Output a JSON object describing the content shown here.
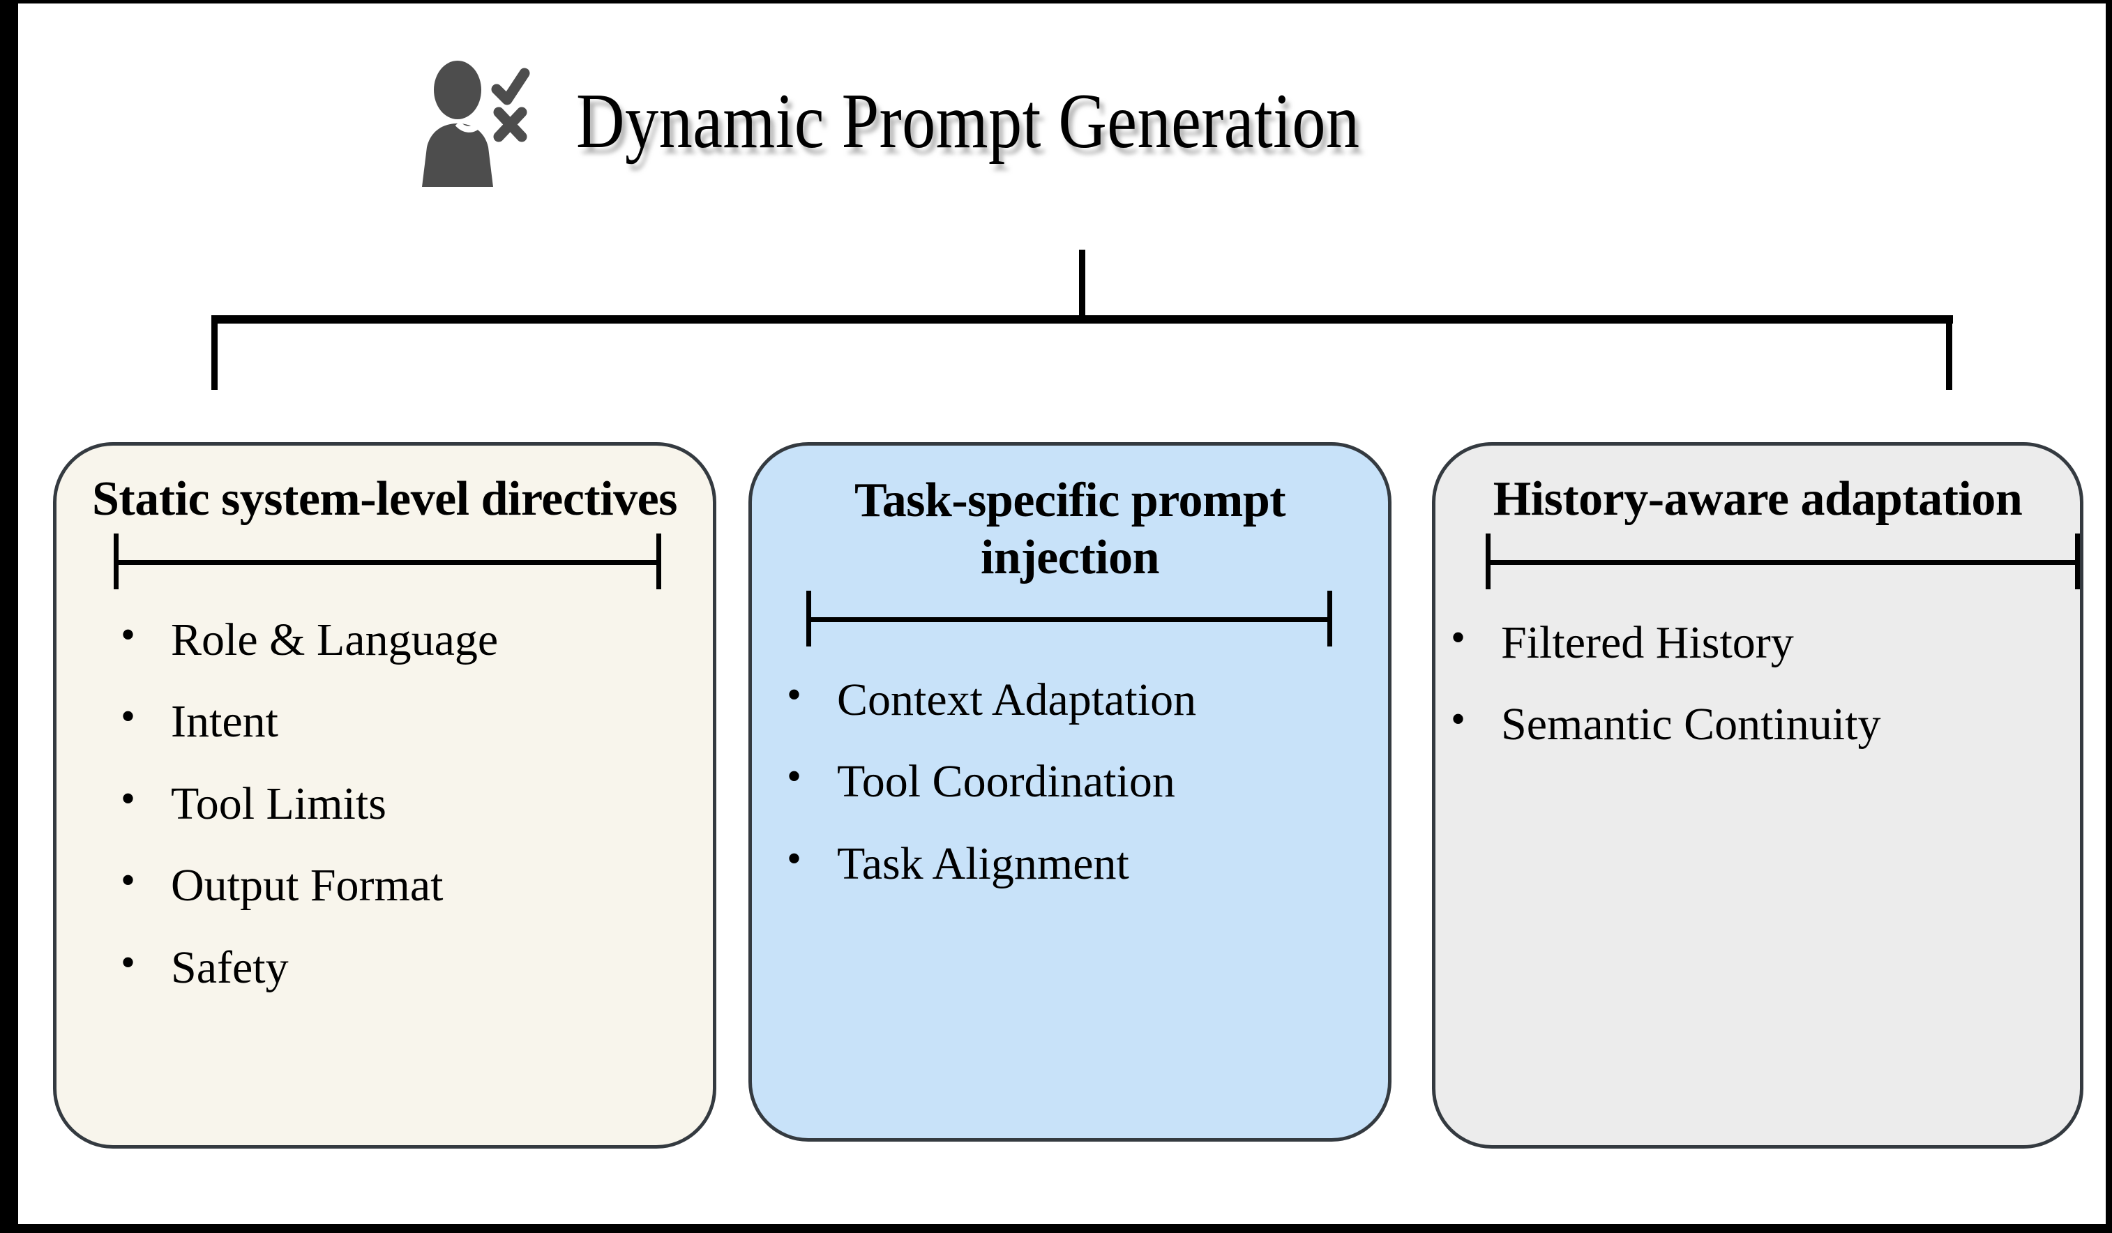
{
  "diagram": {
    "header": {
      "icon": "user-check-cross-icon",
      "title": "Dynamic Prompt Generation"
    },
    "connector": {
      "type": "bracket",
      "color": "#000000"
    },
    "cards": [
      {
        "id": "static-system-level-directives",
        "title": "Static system-level directives",
        "background": "#f8f5ec",
        "border": "#343a40",
        "items": [
          "Role & Language",
          "Intent",
          "Tool Limits",
          "Output Format",
          "Safety"
        ]
      },
      {
        "id": "task-specific-prompt-injection",
        "title": "Task-specific prompt injection",
        "background": "#c8e2f9",
        "border": "#343a40",
        "items": [
          "Context Adaptation",
          "Tool Coordination",
          "Task Alignment"
        ]
      },
      {
        "id": "history-aware-adaptation",
        "title": "History-aware adaptation",
        "background": "#ececec",
        "border": "#343a40",
        "items": [
          "Filtered History",
          "Semantic Continuity"
        ]
      }
    ]
  }
}
